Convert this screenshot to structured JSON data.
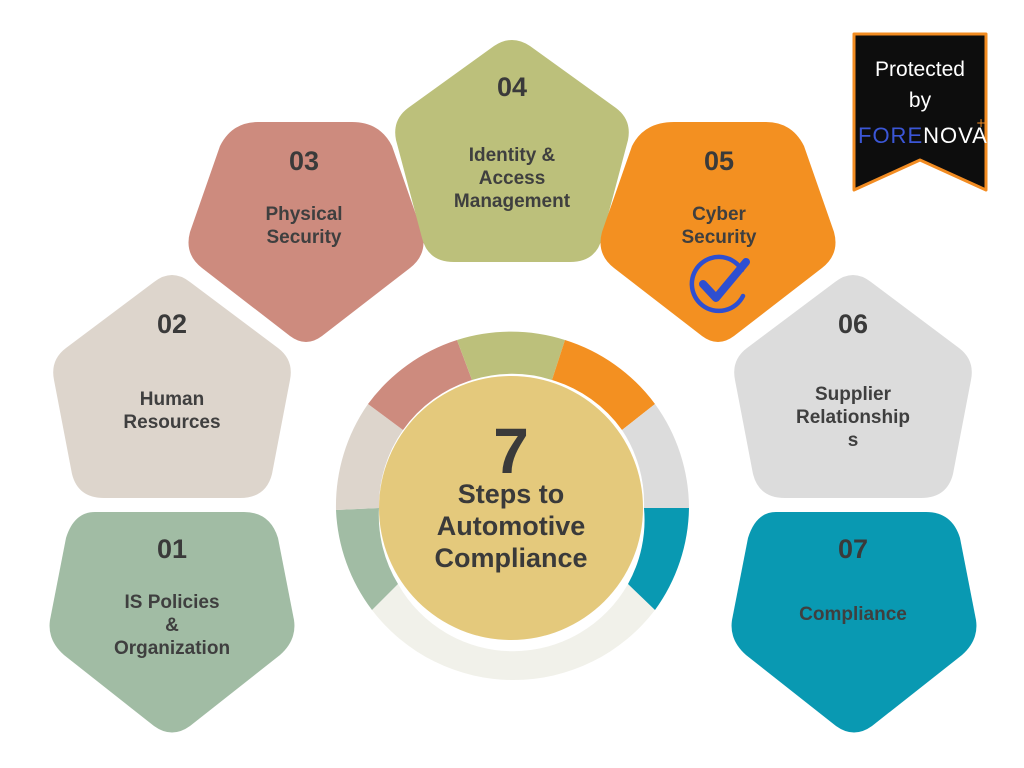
{
  "center": {
    "number": "7",
    "lines": [
      "Steps to",
      "Automotive",
      "Compliance"
    ]
  },
  "steps": [
    {
      "num": "01",
      "lines": [
        "IS Policies",
        "&",
        "Organization"
      ],
      "color": "#a1bca4"
    },
    {
      "num": "02",
      "lines": [
        "Human",
        "Resources"
      ],
      "color": "#ddd5cc"
    },
    {
      "num": "03",
      "lines": [
        "Physical",
        "Security"
      ],
      "color": "#cd8b7e"
    },
    {
      "num": "04",
      "lines": [
        "Identity &",
        "Access",
        "Management"
      ],
      "color": "#bcc07b"
    },
    {
      "num": "05",
      "lines": [
        "Cyber",
        "Security"
      ],
      "color": "#f39021"
    },
    {
      "num": "06",
      "lines": [
        "Supplier",
        "Relationship",
        "s"
      ],
      "color": "#dcdcdc"
    },
    {
      "num": "07",
      "lines": [
        "Compliance"
      ],
      "color": "#0999b2"
    }
  ],
  "badge": {
    "line1": "Protected",
    "line2": "by",
    "brand_part1": "FORE",
    "brand_part2": "NOVA",
    "brand_color1": "#3b56d6",
    "brand_color2": "#ffffff",
    "bg": "#0d0d0d",
    "border": "#f28c22"
  },
  "colors": {
    "center_circle": "#e4c97c",
    "ring_bottom": "#f1f1ea",
    "check": "#2e4fd1"
  },
  "icons": {
    "check": "check-circle-icon"
  }
}
